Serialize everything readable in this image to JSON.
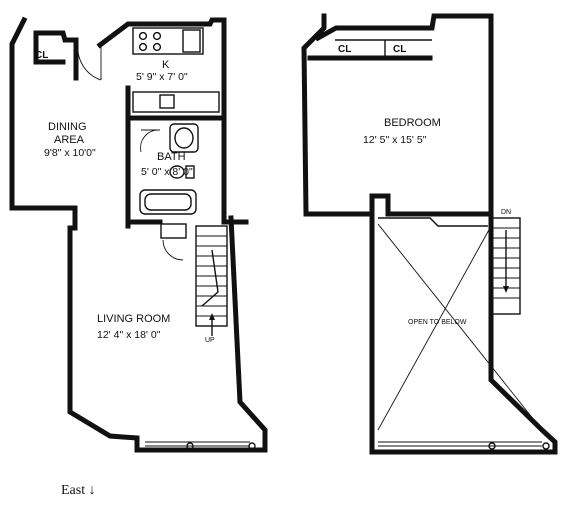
{
  "lower_floor": {
    "kitchen": {
      "label": "K",
      "dims": "5' 9\"  x  7' 0\""
    },
    "dining": {
      "line1": "DINING",
      "line2": "AREA",
      "dims": "9'8\" x 10'0\""
    },
    "bath": {
      "label": "BATH",
      "dims": "5' 0\" x 8' 0\""
    },
    "living": {
      "label": "LIVING ROOM",
      "dims": "12' 4\"   x   18' 0\""
    },
    "closet": "CL",
    "stair": "UP"
  },
  "upper_floor": {
    "bedroom": {
      "label": "BEDROOM",
      "dims": "12' 5\"   x   15' 5\""
    },
    "closet_a": "CL",
    "closet_b": "CL",
    "open": "OPEN TO BELOW",
    "stair": "DN"
  },
  "orientation": "East ↓"
}
